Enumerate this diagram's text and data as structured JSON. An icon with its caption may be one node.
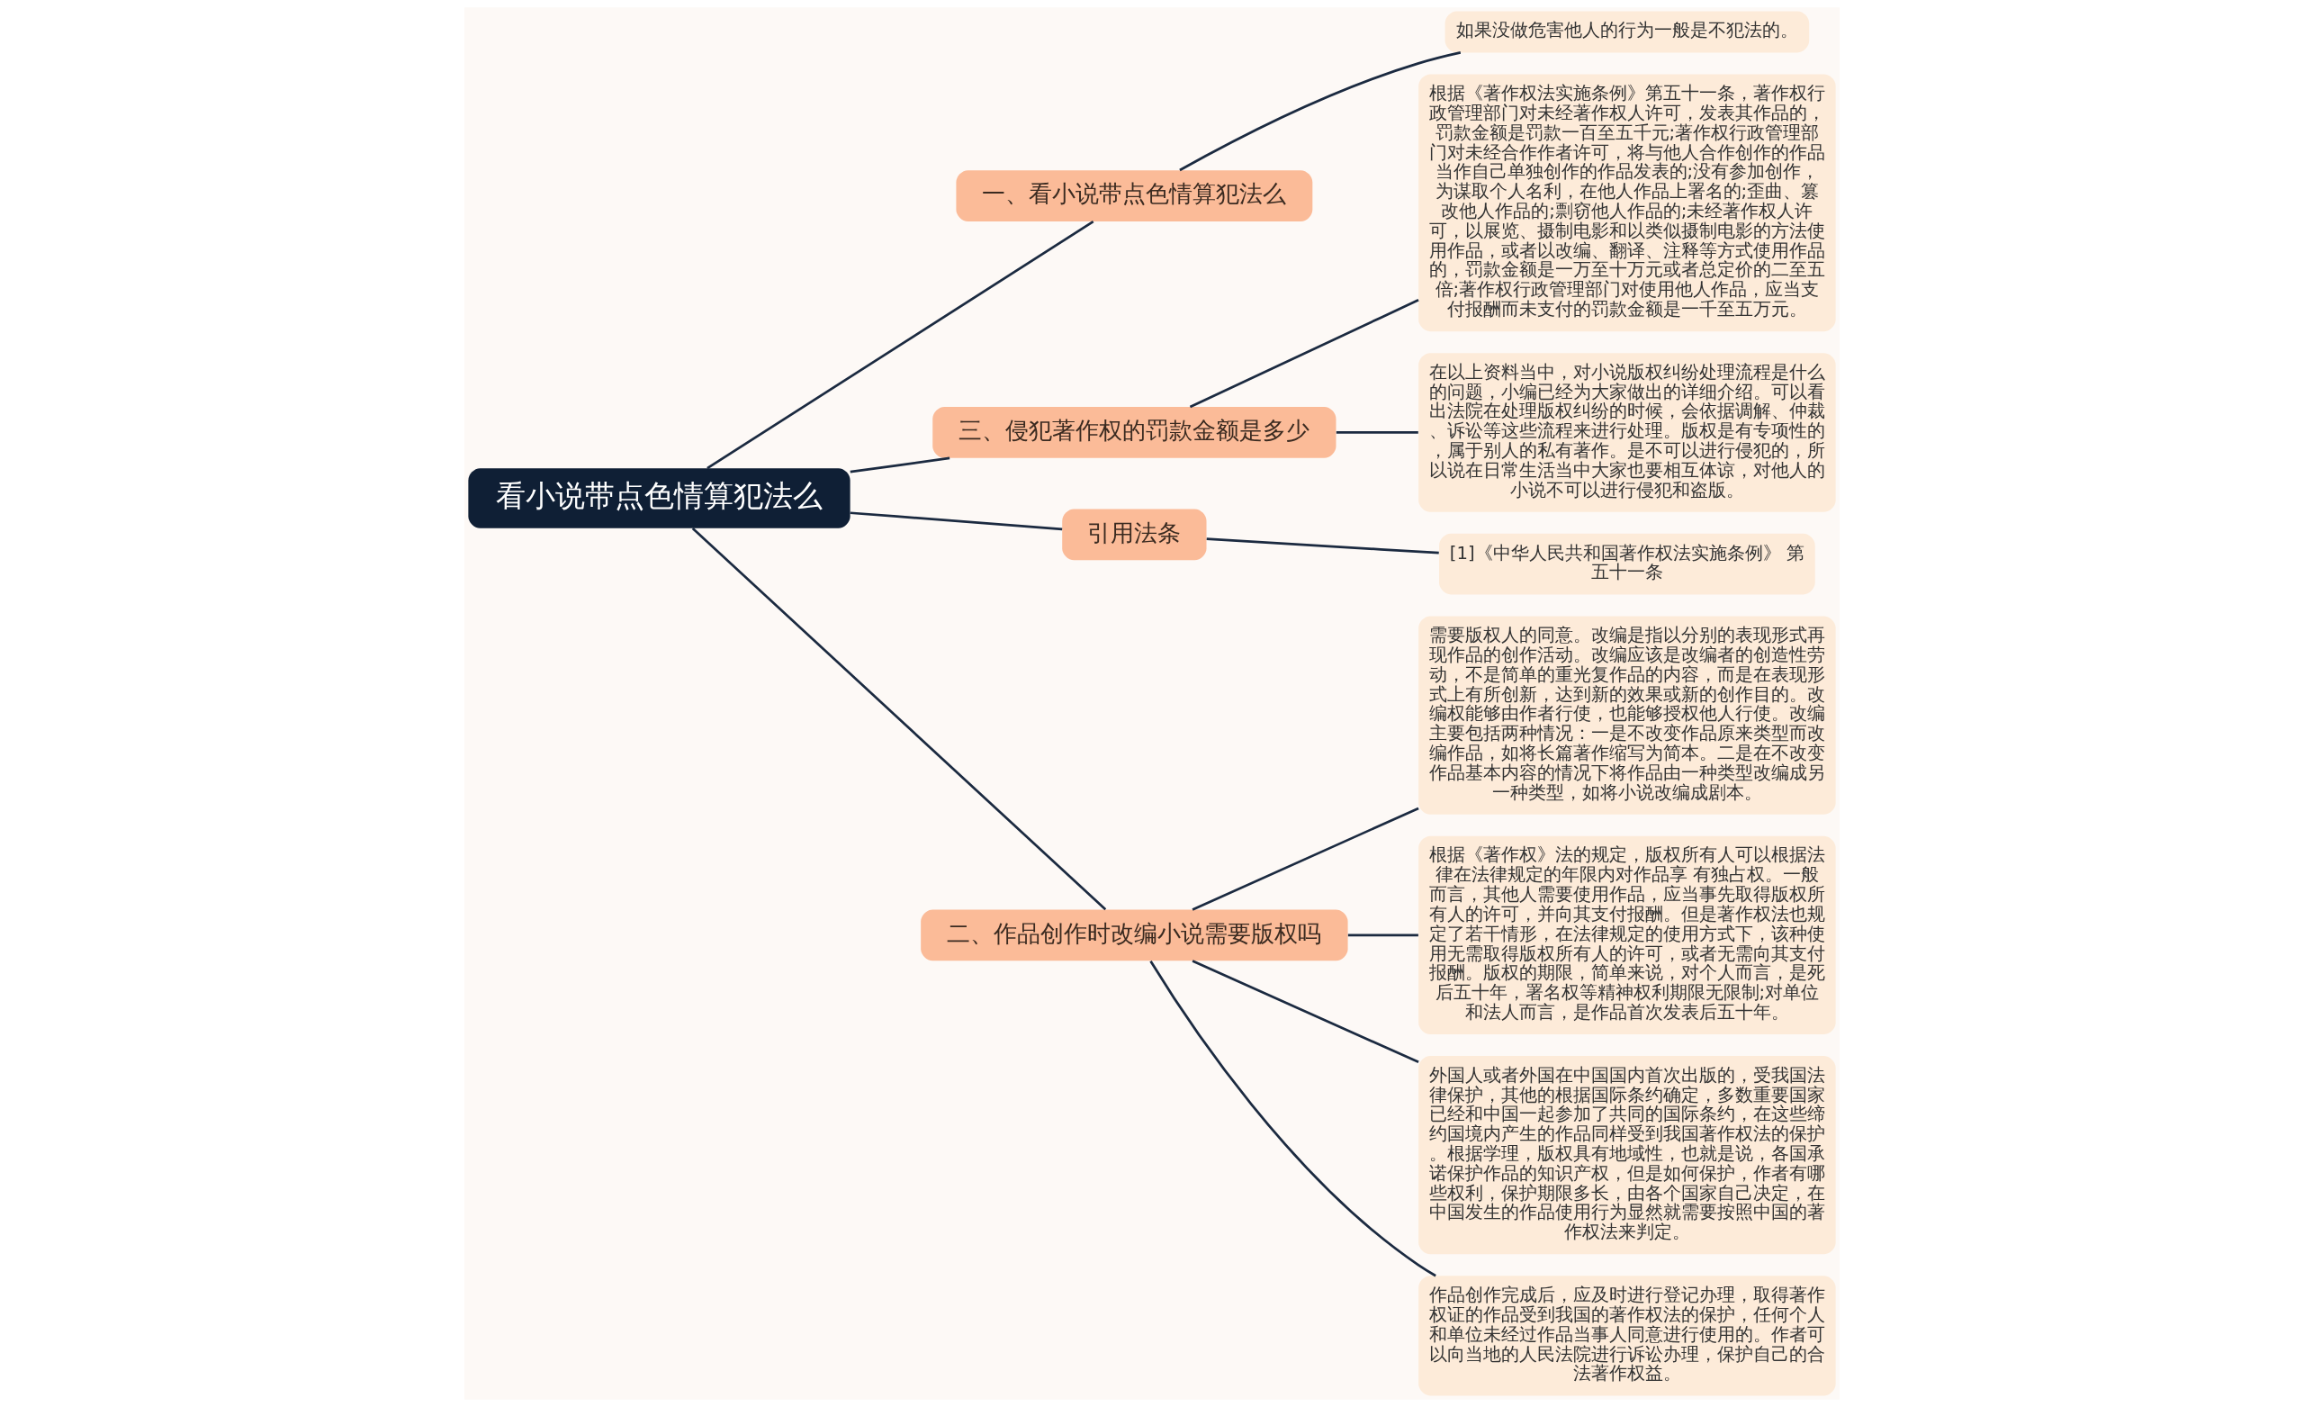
{
  "diagram": {
    "nodes": [
      {
        "text": [
          "看小说带点色情算犯法么"
        ]
      },
      {
        "text": [
          "一、看小说带点色情算犯法么"
        ]
      },
      {
        "text": [
          "如果没做危害他人的行为一般是不犯法的。"
        ]
      },
      {
        "text": [
          "三、侵犯著作权的罚款金额是多少"
        ]
      },
      {
        "text": [
          "根据《著作权法实施条例》第五十一条，著作权行政管理部门对未经著作权人许可，发表其作品的，罚款金额是罚款一百至五千元;著作权行政管理部门对未经合作作者许可，将与他人合作创作的作品当作自己单独创作的作品发表的;没有参加创作，为谋取个人名利，在他人作品上署名的;歪曲、篡改他人作品的;剽窃他人作品的;未经著作权人许可，以展览、摄制电影和以类似摄制电影的方法使用作品，或者以改编、翻译、注释等方式使用作品的，罚款金额是一万至十万元或者总定价的二至五倍;著作权行政管理部门对使用他人作品，应当支付报酬而未支付的罚款金额是一千至五万元。"
        ]
      },
      {
        "text": [
          "在以上资料当中，对小说版权纠纷处理流程是什么的问题，小编已经为大家做出的详细介绍。可以看出法院在处理版权纠纷的时候，会依据调解、仲裁、诉讼等这些流程来进行处理。版权是有专项性的，属于别人的私有著作。是不可以进行侵犯的，所以说在日常生活当中大家也要相互体谅，对他人的小说不可以进行侵犯和盗版。"
        ]
      },
      {
        "text": [
          "引用法条"
        ]
      },
      {
        "text": [
          "[1]《中华人民共和国著作权法实施条例》 第五十一条"
        ]
      },
      {
        "text": [
          "二、作品创作时改编小说需要版权吗"
        ]
      },
      {
        "text": [
          "需要版权人的同意。改编是指以分别的表现形式再现作品的创作活动。改编应该是改编者的创造性劳动，不是简单的重光复作品的内容，而是在表现形式上有所创新，达到新的效果或新的创作目的。改编权能够由作者行使，也能够授权他人行使。改编主要包括两种情况：一是不改变作品原来类型而改编作品，如将长篇著作缩写为简本。二是在不改变作品基本内容的情况下将作品由一种类型改编成另一种类型，如将小说改编成剧本。"
        ]
      },
      {
        "text": [
          "根据《著作权》法的规定，版权所有人可以根据法律在法律规定的年限内对作品享 有独占权。一般而言，其他人需要使用作品，应当事先取得版权所有人的许可，并向其支付报酬。但是著作权法也规定了若干情形，在法律规定的使用方式下，该种使用无需取得版权所有人的许可，或者无需向其支付报酬。版权的期限，简单来说，对个人而言，是死后五十年，署名权等精神权利期限无限制;对单位和法人而言，是作品首次发表后五十年。"
        ]
      },
      {
        "text": [
          "外国人或者外国在中国国内首次出版的，受我国法律保护，其他的根据国际条约确定，多数重要国家已经和中国一起参加了共同的国际条约，在这些缔约国境内产生的作品同样受到我国著作权法的保护。根据学理，版权具有地域性，也就是说，各国承诺保护作品的知识产权，但是如何保护，作者有哪些权利，保护期限多长，由各个国家自己决定，在中国发生的作品使用行为显然就需要按照中国的著作权法来判定。"
        ]
      },
      {
        "text": [
          "作品创作完成后，应及时进行登记办理，取得著作权证的作品受到我国的著作权法的保护，任何个人和单位未经过作品当事人同意进行使用的。作者可以向当地的人民法院进行诉讼办理，保护自己的合法著作权益。"
        ]
      }
    ],
    "edges": [
      {
        "from": 0,
        "to": 1,
        "arrow": "none"
      },
      {
        "from": 1,
        "to": 2,
        "arrow": "none"
      },
      {
        "from": 0,
        "to": 3,
        "arrow": "none"
      },
      {
        "from": 3,
        "to": 4,
        "arrow": "none"
      },
      {
        "from": 3,
        "to": 5,
        "arrow": "none"
      },
      {
        "from": 0,
        "to": 6,
        "arrow": "none"
      },
      {
        "from": 6,
        "to": 7,
        "arrow": "none"
      },
      {
        "from": 0,
        "to": 8,
        "arrow": "none"
      },
      {
        "from": 8,
        "to": 9,
        "arrow": "none"
      },
      {
        "from": 8,
        "to": 10,
        "arrow": "none"
      },
      {
        "from": 8,
        "to": 11,
        "arrow": "none"
      },
      {
        "from": 8,
        "to": 12,
        "arrow": "none"
      }
    ]
  }
}
